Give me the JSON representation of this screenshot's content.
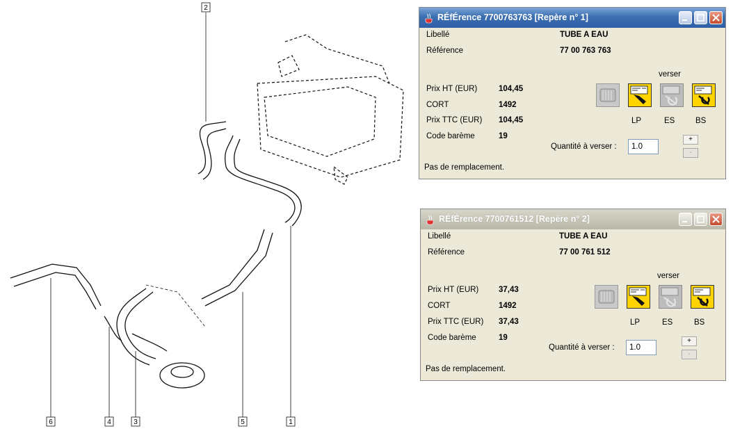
{
  "diagram": {
    "callouts": [
      "2",
      "6",
      "4",
      "3",
      "5",
      "1"
    ]
  },
  "windows": [
    {
      "title": "RÉfÉrence 7700763763 [Repère n° 1]",
      "libelle_label": "Libellé",
      "libelle": "TUBE A EAU",
      "reference_label": "Référence",
      "reference": "77 00 763 763",
      "prix_ht_label": "Prix HT (EUR)",
      "prix_ht": "104,45",
      "cort_label": "CORT",
      "cort": "1492",
      "prix_ttc_label": "Prix TTC (EUR)",
      "prix_ttc": "104,45",
      "code_bareme_label": "Code barème",
      "code_bareme": "19",
      "verser_label": "verser",
      "icons": [
        "LP",
        "ES",
        "BS"
      ],
      "quantite_label": "Quantité à verser :",
      "quantite": "1.0",
      "plus": "+",
      "minus": "-",
      "footer": "Pas de remplacement."
    },
    {
      "title": "RÉfÉrence 7700761512 [Repère n° 2]",
      "libelle_label": "Libellé",
      "libelle": "TUBE A EAU",
      "reference_label": "Référence",
      "reference": "77 00 761 512",
      "prix_ht_label": "Prix HT (EUR)",
      "prix_ht": "37,43",
      "cort_label": "CORT",
      "cort": "1492",
      "prix_ttc_label": "Prix TTC (EUR)",
      "prix_ttc": "37,43",
      "code_bareme_label": "Code barème",
      "code_bareme": "19",
      "verser_label": "verser",
      "icons": [
        "LP",
        "ES",
        "BS"
      ],
      "quantite_label": "Quantité à verser :",
      "quantite": "1.0",
      "plus": "+",
      "minus": "-",
      "footer": "Pas de remplacement."
    }
  ],
  "colors": {
    "active_title": "#2f5fa6",
    "inactive_title": "#c3c0ad",
    "window_bg": "#ece9d8",
    "icon_yellow": "#ffd400"
  }
}
